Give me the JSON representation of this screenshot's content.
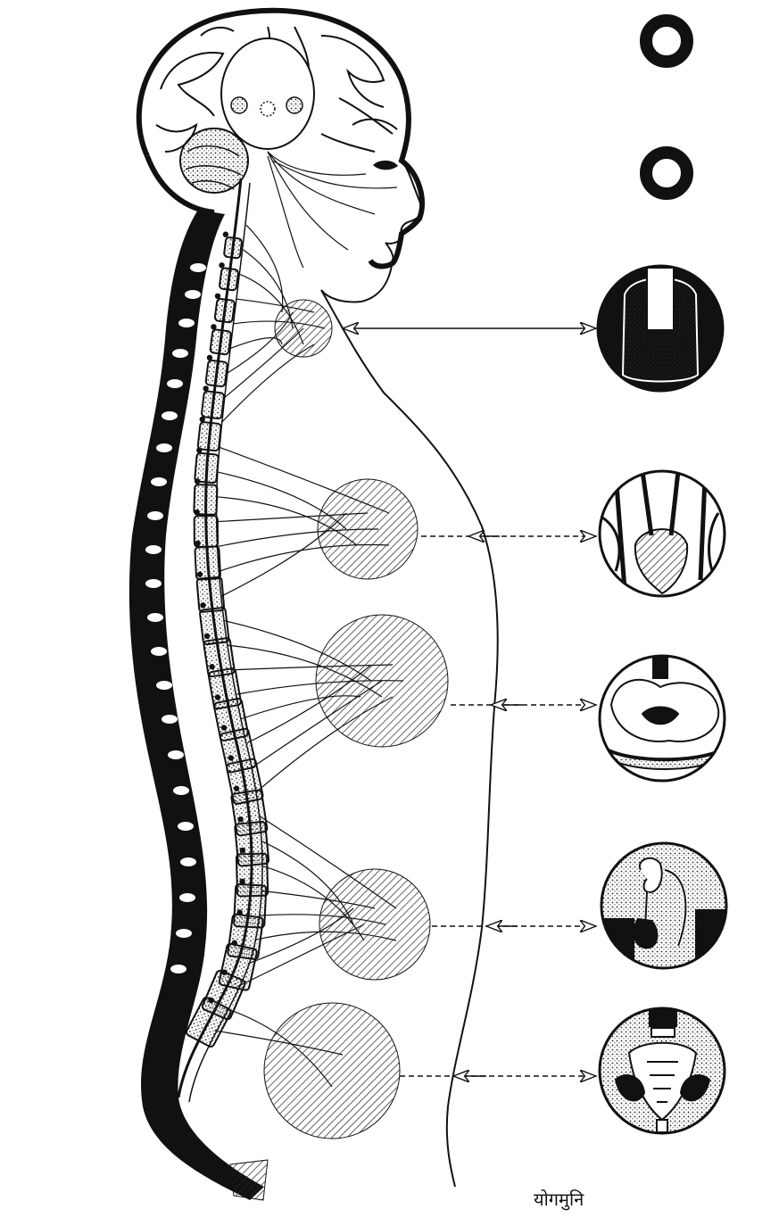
{
  "signature": "योगमुनि",
  "colors": {
    "ink": "#111111",
    "paper": "#ffffff",
    "hatch_shade": "#555555"
  },
  "figure": {
    "subject": "side-profile-body-spine-nerve-plexuses",
    "ring_markers": 2,
    "organ_insets": [
      "thyroid-inset",
      "heart-inset",
      "stomach-inset",
      "kidney-inset",
      "pelvis-inset"
    ],
    "plexus_count": 6
  }
}
